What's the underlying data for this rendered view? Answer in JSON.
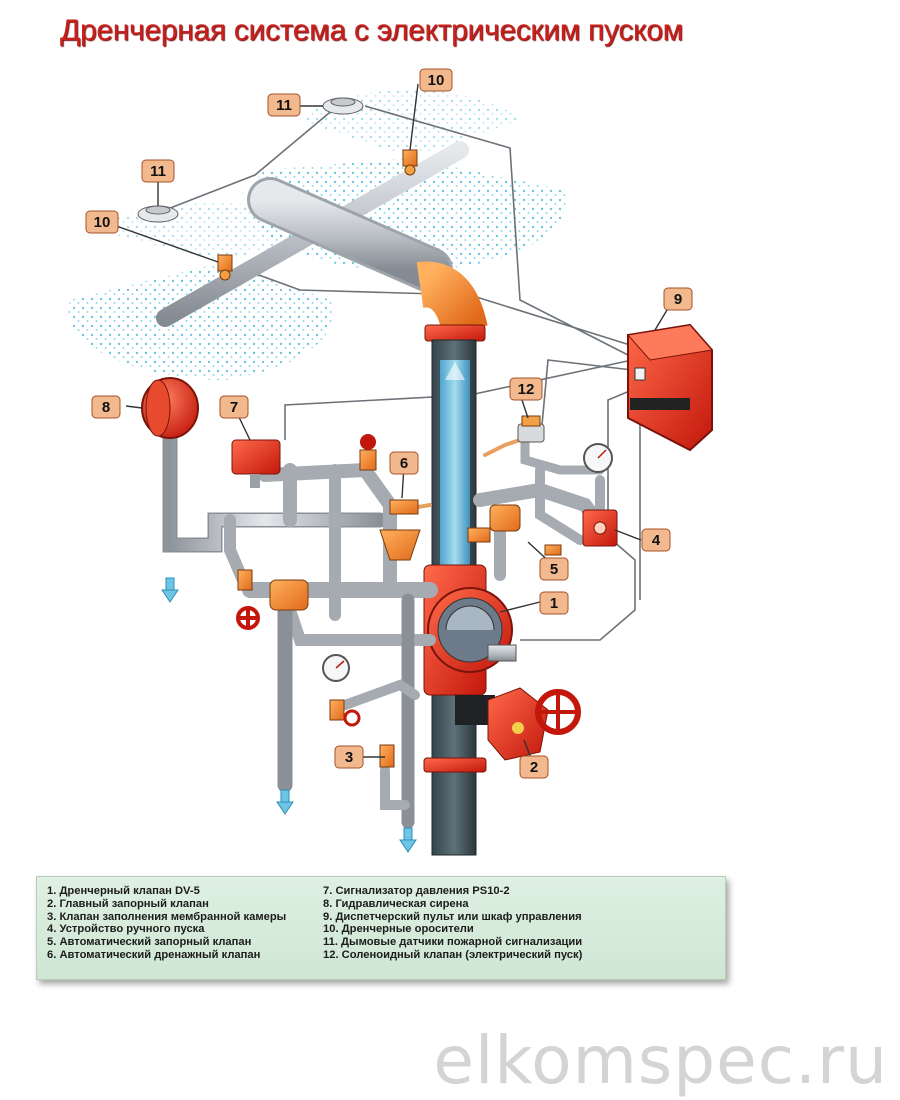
{
  "title": "Дренчерная система с электрическим пуском",
  "callouts": {
    "c1": "1",
    "c2": "2",
    "c3": "3",
    "c4": "4",
    "c5": "5",
    "c6": "6",
    "c7": "7",
    "c8": "8",
    "c9": "9",
    "c10a": "10",
    "c10b": "10",
    "c11a": "11",
    "c11b": "11",
    "c12": "12"
  },
  "legend": {
    "left": [
      "1. Дренчерный клапан DV-5",
      "2. Главный запорный клапан",
      "3. Клапан заполнения мембранной камеры",
      "4. Устройство ручного пуска",
      "5. Автоматический запорный клапан",
      "6. Автоматический дренажный клапан"
    ],
    "right": [
      "7.  Сигнализатор давления PS10-2",
      "8.  Гидравлическая сирена",
      "9.  Диспетчерский пульт или шкаф управления",
      "10. Дренчерные оросители",
      "11. Дымовые датчики пожарной сигнализации",
      "12. Соленоидный клапан (электрический пуск)"
    ]
  },
  "watermark": "elkomspec.ru",
  "colors": {
    "title": "#c8201c",
    "pipe": "#b8bcc2",
    "valve": "#e2341f",
    "fitting": "#f08a2a",
    "spray": "#3fb4d8",
    "legend_bg": "#d6ead9",
    "callout": "#f3b98e"
  },
  "icons": [
    "sprinkler-icon",
    "smoke-detector-icon",
    "siren-icon",
    "pressure-switch-icon",
    "control-cabinet-icon",
    "pressure-gauge-icon",
    "handwheel-icon",
    "drain-arrow-icon"
  ]
}
